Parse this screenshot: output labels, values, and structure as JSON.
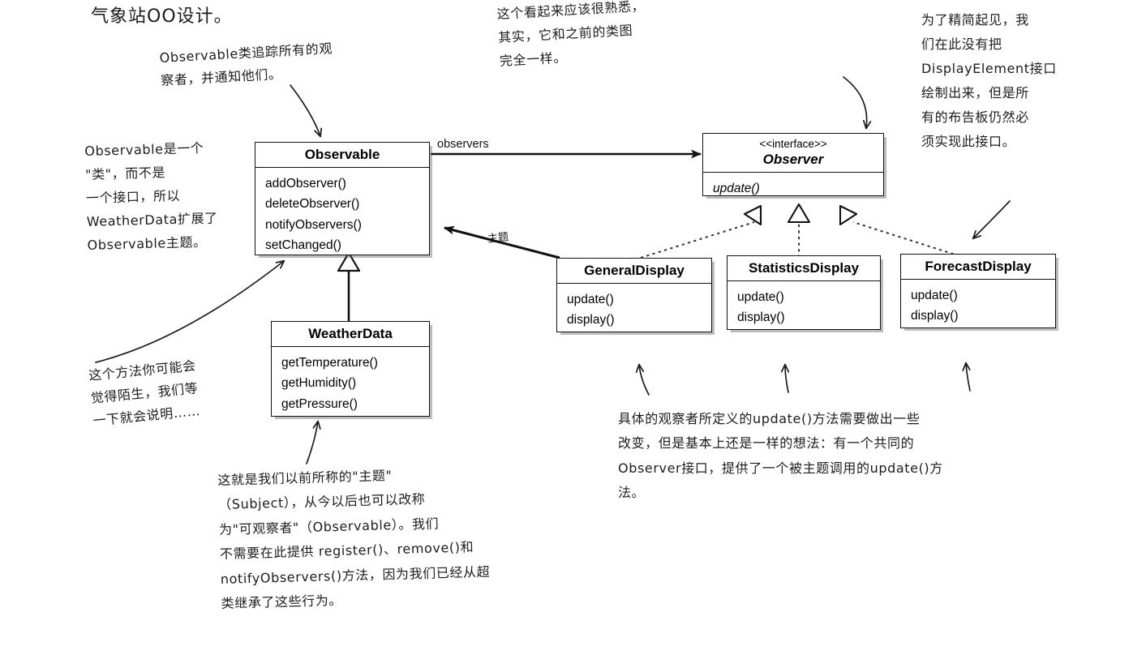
{
  "page": {
    "title": "气象站OO设计。"
  },
  "classes": {
    "observable": {
      "name": "Observable",
      "operations": [
        "addObserver()",
        "deleteObserver()",
        "notifyObservers()",
        "setChanged()"
      ]
    },
    "observer": {
      "stereotype": "<<interface>>",
      "name": "Observer",
      "operations": [
        "update()"
      ]
    },
    "weather_data": {
      "name": "WeatherData",
      "operations": [
        "getTemperature()",
        "getHumidity()",
        "getPressure()"
      ]
    },
    "general_display": {
      "name": "GeneralDisplay",
      "operations": [
        "update()",
        "display()"
      ]
    },
    "statistics_display": {
      "name": "StatisticsDisplay",
      "operations": [
        "update()",
        "display()"
      ]
    },
    "forecast_display": {
      "name": "ForecastDisplay",
      "operations": [
        "update()",
        "display()"
      ]
    }
  },
  "edge_labels": {
    "observers": "observers",
    "subject": "主题"
  },
  "notes": {
    "observable_tracks": "Observable类追踪所有的观\n察者，并通知他们。",
    "observable_is_class": "Observable是一个\n\"类\"，而不是\n一个接口，所以\nWeatherData扩展了\nObservable主题。",
    "looks_familiar": "这个看起来应该很熟悉，\n其实，它和之前的类图\n完全一样。",
    "display_element_omitted": "为了精简起见，我\n们在此没有把\nDisplayElement接口\n绘制出来，但是所\n有的布告板仍然必\n须实现此接口。",
    "unfamiliar_method": "这个方法你可能会\n觉得陌生，我们等\n一下就会说明……",
    "subject_explanation": "这就是我们以前所称的\"主题\"\n（Subject），从今以后也可以改称\n为\"可观察者\"（Observable）。我们\n不需要在此提供 register()、remove()和\nnotifyObservers()方法，因为我们已经从超\n类继承了这些行为。",
    "concrete_observer": "具体的观察者所定义的update()方法需要做出一些\n改变，但是基本上还是一样的想法：有一个共同的\nObserver接口，提供了一个被主题调用的update()方\n法。"
  }
}
